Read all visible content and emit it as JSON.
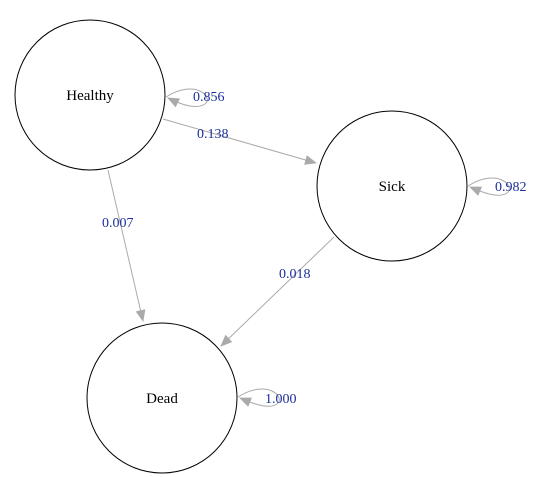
{
  "colors": {
    "edge": "#aaaaaa",
    "edge_label": "#1a2f9b",
    "node_stroke": "#000000"
  },
  "states": {
    "healthy": "Healthy",
    "sick": "Sick",
    "dead": "Dead"
  },
  "transitions": {
    "healthy_healthy": "0.856",
    "healthy_sick": "0.138",
    "healthy_dead": "0.007",
    "sick_sick": "0.982",
    "sick_dead": "0.018",
    "dead_dead": "1.000"
  }
}
